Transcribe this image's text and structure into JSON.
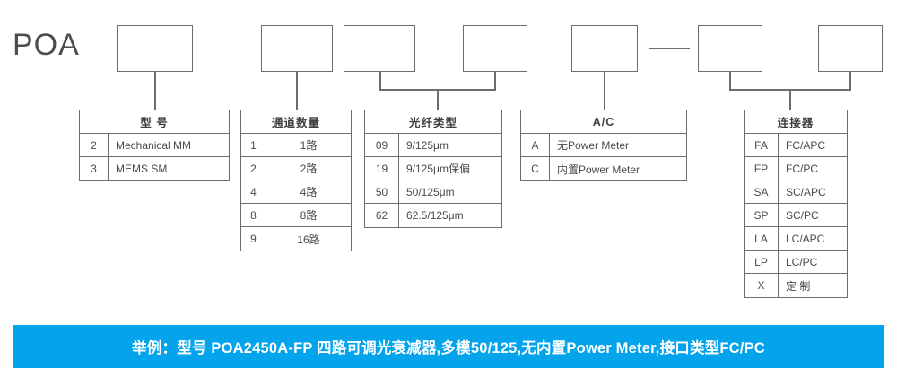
{
  "brand": "POA",
  "code_boxes": [
    {
      "slot": 1,
      "value": ""
    },
    {
      "slot": 2,
      "value": ""
    },
    {
      "slot": 3,
      "value": ""
    },
    {
      "slot": 4,
      "value": ""
    },
    {
      "slot": 5,
      "value": ""
    },
    {
      "slot": 6,
      "value": ""
    },
    {
      "slot": 7,
      "value": ""
    },
    {
      "slot": 8,
      "value": ""
    }
  ],
  "separator": "-",
  "tables": {
    "model": {
      "title": "型  号",
      "rows": [
        {
          "code": "2",
          "desc": "Mechanical MM"
        },
        {
          "code": "3",
          "desc": "MEMS SM"
        }
      ]
    },
    "channels": {
      "title": "通道数量",
      "rows": [
        {
          "code": "1",
          "desc": "1路"
        },
        {
          "code": "2",
          "desc": "2路"
        },
        {
          "code": "4",
          "desc": "4路"
        },
        {
          "code": "8",
          "desc": "8路"
        },
        {
          "code": "9",
          "desc": "16路"
        }
      ]
    },
    "fiber": {
      "title": "光纤类型",
      "rows": [
        {
          "code": "09",
          "desc": "9/125μm"
        },
        {
          "code": "19",
          "desc": "9/125μm保偏"
        },
        {
          "code": "50",
          "desc": "50/125μm"
        },
        {
          "code": "62",
          "desc": "62.5/125μm"
        }
      ]
    },
    "ac": {
      "title": "A/C",
      "rows": [
        {
          "code": "A",
          "desc": "无Power Meter"
        },
        {
          "code": "C",
          "desc": "内置Power Meter"
        }
      ]
    },
    "connector": {
      "title": "连接器",
      "rows": [
        {
          "code": "FA",
          "desc": "FC/APC"
        },
        {
          "code": "FP",
          "desc": "FC/PC"
        },
        {
          "code": "SA",
          "desc": "SC/APC"
        },
        {
          "code": "SP",
          "desc": "SC/PC"
        },
        {
          "code": "LA",
          "desc": "LC/APC"
        },
        {
          "code": "LP",
          "desc": "LC/PC"
        },
        {
          "code": "X",
          "desc": "定  制"
        }
      ]
    }
  },
  "banner": {
    "text": "举例：型号 POA2450A-FP 四路可调光衰减器,多模50/125,无内置Power Meter,接口类型FC/PC",
    "background_color": "#03a4ec",
    "text_color": "#ffffff"
  },
  "colors": {
    "line": "#6d6d6d",
    "text": "#4a4a4a",
    "banner_accent": "#03a4ec"
  }
}
